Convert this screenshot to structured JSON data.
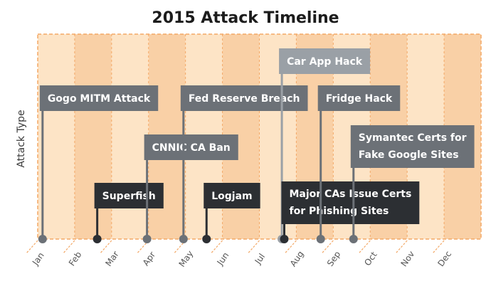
{
  "chart_data": {
    "type": "timeline",
    "title": "2015 Attack Timeline",
    "ylabel": "Attack Type",
    "months": [
      "Jan",
      "Feb",
      "Mar",
      "Apr",
      "May",
      "Jun",
      "Jul",
      "Aug",
      "Sep",
      "Oct",
      "Nov",
      "Dec"
    ],
    "events": [
      {
        "label": [
          "Gogo MITM Attack"
        ],
        "date": "2015-01-05",
        "style": "gray"
      },
      {
        "label": [
          "Superfish"
        ],
        "date": "2015-02-19",
        "style": "dark"
      },
      {
        "label": [
          "CNNIC CA Ban"
        ],
        "date": "2015-04-01",
        "style": "gray"
      },
      {
        "label": [
          "Fed Reserve Breach"
        ],
        "date": "2015-05-01",
        "style": "gray"
      },
      {
        "label": [
          "Logjam"
        ],
        "date": "2015-05-20",
        "style": "dark"
      },
      {
        "label": [
          "Car App Hack"
        ],
        "date": "2015-07-21",
        "style": "light"
      },
      {
        "label": [
          "Major CAs Issue Certs",
          "for Phishing Sites"
        ],
        "date": "2015-07-23",
        "style": "dark"
      },
      {
        "label": [
          "Fridge Hack"
        ],
        "date": "2015-08-22",
        "style": "gray"
      },
      {
        "label": [
          "Symantec Certs for",
          "Fake Google Sites"
        ],
        "date": "2015-09-18",
        "style": "gray"
      }
    ],
    "colors": {
      "band_light": "#fde4c6",
      "band_dark": "#f9d0a6",
      "border": "#f3a866",
      "gray": "#6c7177",
      "dark": "#2c2f33",
      "light": "#9aa0a6"
    }
  }
}
